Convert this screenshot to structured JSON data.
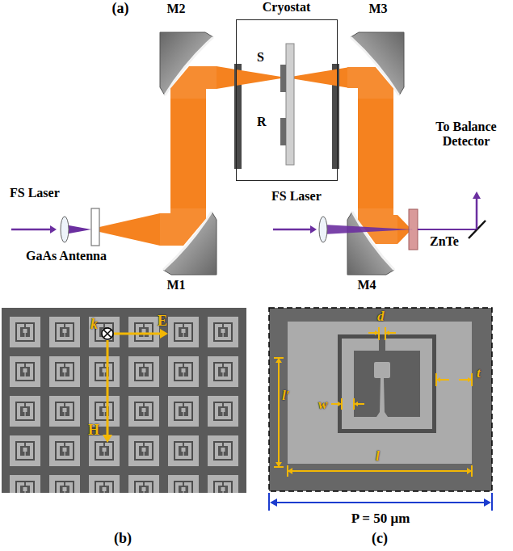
{
  "diagram": {
    "nodes": [
      {
        "text": [
          "GaAs Antenna"
        ]
      },
      {
        "text": [
          "M1"
        ]
      },
      {
        "text": [
          "M2"
        ]
      },
      {
        "text": [
          "Cryostat"
        ]
      },
      {
        "text": [
          "M3"
        ]
      },
      {
        "text": [
          "M4"
        ]
      },
      {
        "text": [
          "ZnTe"
        ]
      }
    ],
    "edges": [
      {
        "from": 0,
        "to": 1,
        "arrow": "none"
      },
      {
        "from": 1,
        "to": 2,
        "arrow": "none"
      },
      {
        "from": 2,
        "to": 3,
        "arrow": "none"
      },
      {
        "from": 3,
        "to": 4,
        "arrow": "none"
      },
      {
        "from": 4,
        "to": 5,
        "arrow": "none"
      },
      {
        "from": 5,
        "to": 6,
        "arrow": "none"
      }
    ],
    "labels": [
      "(a)",
      "FS Laser",
      "S",
      "R",
      "FS Laser",
      "To Balance Detector",
      "(b)",
      "k",
      "E",
      "H",
      "(c)",
      "d",
      "l′",
      "w",
      "t",
      "l",
      "P = 50 μm"
    ]
  }
}
